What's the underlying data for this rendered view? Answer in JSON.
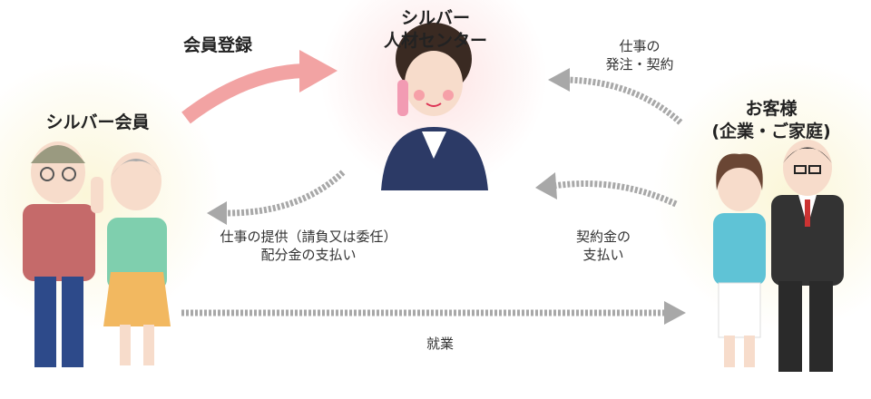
{
  "nodes": {
    "center": {
      "line1": "シルバー",
      "line2": "人材センター"
    },
    "member": {
      "label": "シルバー会員"
    },
    "customer": {
      "line1": "お客様",
      "line2": "(企業・ご家庭)"
    }
  },
  "flows": {
    "registration": "会員登録",
    "order": {
      "line1": "仕事の",
      "line2": "発注・契約"
    },
    "provision": {
      "line1": "仕事の提供（請負又は委任）",
      "line2": "配分金の支払い"
    },
    "payment": {
      "line1": "契約金の",
      "line2": "支払い"
    },
    "work": "就業"
  },
  "colors": {
    "pink_arrow": "#f2a3a3",
    "gray_arrow": "#a8a8a8",
    "center_circle": "#fdeeee",
    "side_circle": "#fdfbe6"
  }
}
